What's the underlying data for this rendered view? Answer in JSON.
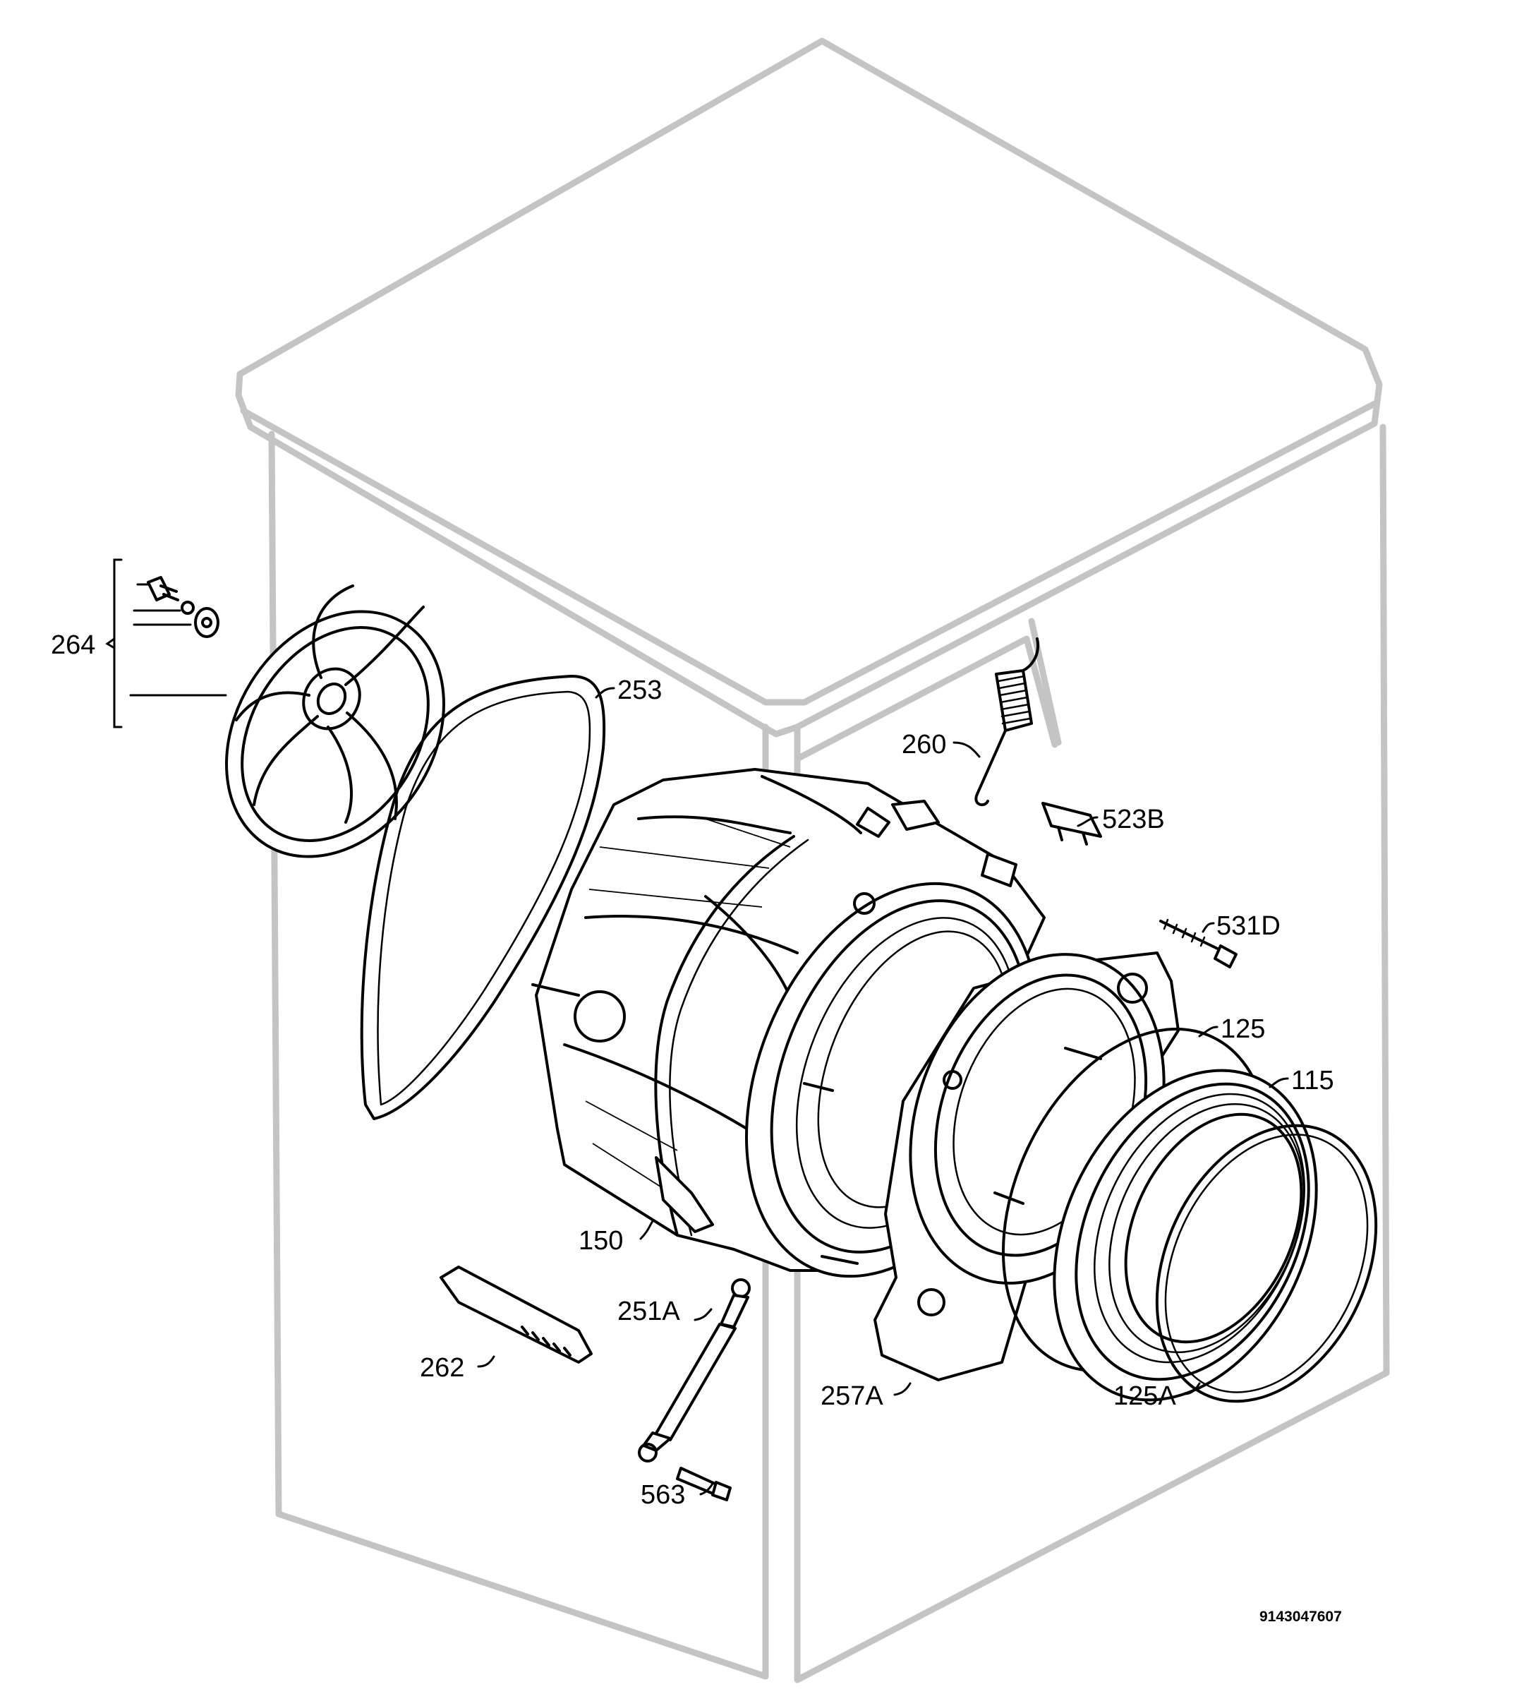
{
  "diagram": {
    "type": "exploded-parts-view",
    "subject": "washing machine tub assembly"
  },
  "callouts": {
    "c264": "264",
    "c253": "253",
    "c260": "260",
    "c523B": "523B",
    "c531D": "531D",
    "c125": "125",
    "c115": "115",
    "c150": "150",
    "c251A": "251A",
    "c262": "262",
    "c257A": "257A",
    "c125A": "125A",
    "c563": "563"
  },
  "document_number": "9143047607"
}
